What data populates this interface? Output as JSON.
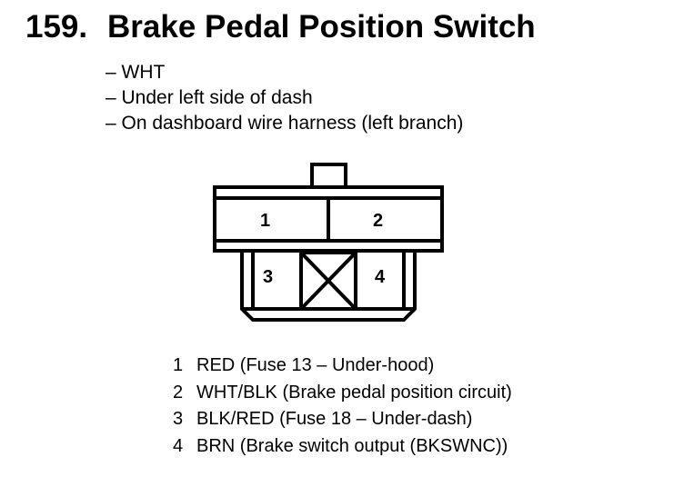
{
  "header": {
    "number": "159.",
    "title": "Brake Pedal Position Switch"
  },
  "info": [
    "– WHT",
    "– Under left side of dash",
    "– On dashboard wire harness (left branch)"
  ],
  "connector": {
    "cavities": [
      "1",
      "2",
      "3",
      "4"
    ]
  },
  "pins": [
    {
      "num": "1",
      "desc": "RED (Fuse 13 – Under-hood)"
    },
    {
      "num": "2",
      "desc": "WHT/BLK (Brake pedal position circuit)"
    },
    {
      "num": "3",
      "desc": "BLK/RED (Fuse 18 – Under-dash)"
    },
    {
      "num": "4",
      "desc": "BRN (Brake switch output (BKSWNC))"
    }
  ]
}
